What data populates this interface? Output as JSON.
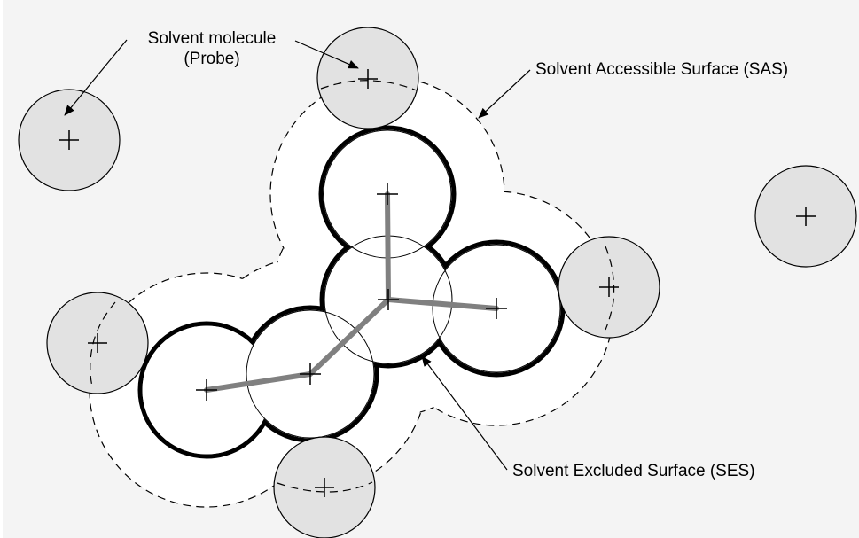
{
  "labels": {
    "probe_line1": "Solvent molecule",
    "probe_line2": "(Probe)",
    "sas": "Solvent Accessible Surface (SAS)",
    "ses": "Solvent Excluded Surface (SES)"
  },
  "colors": {
    "background": "#f4f4f4",
    "sas_region": "#ffffff",
    "probe_fill": "#e2e2e2",
    "bond": "#808080",
    "outline": "#000000"
  }
}
